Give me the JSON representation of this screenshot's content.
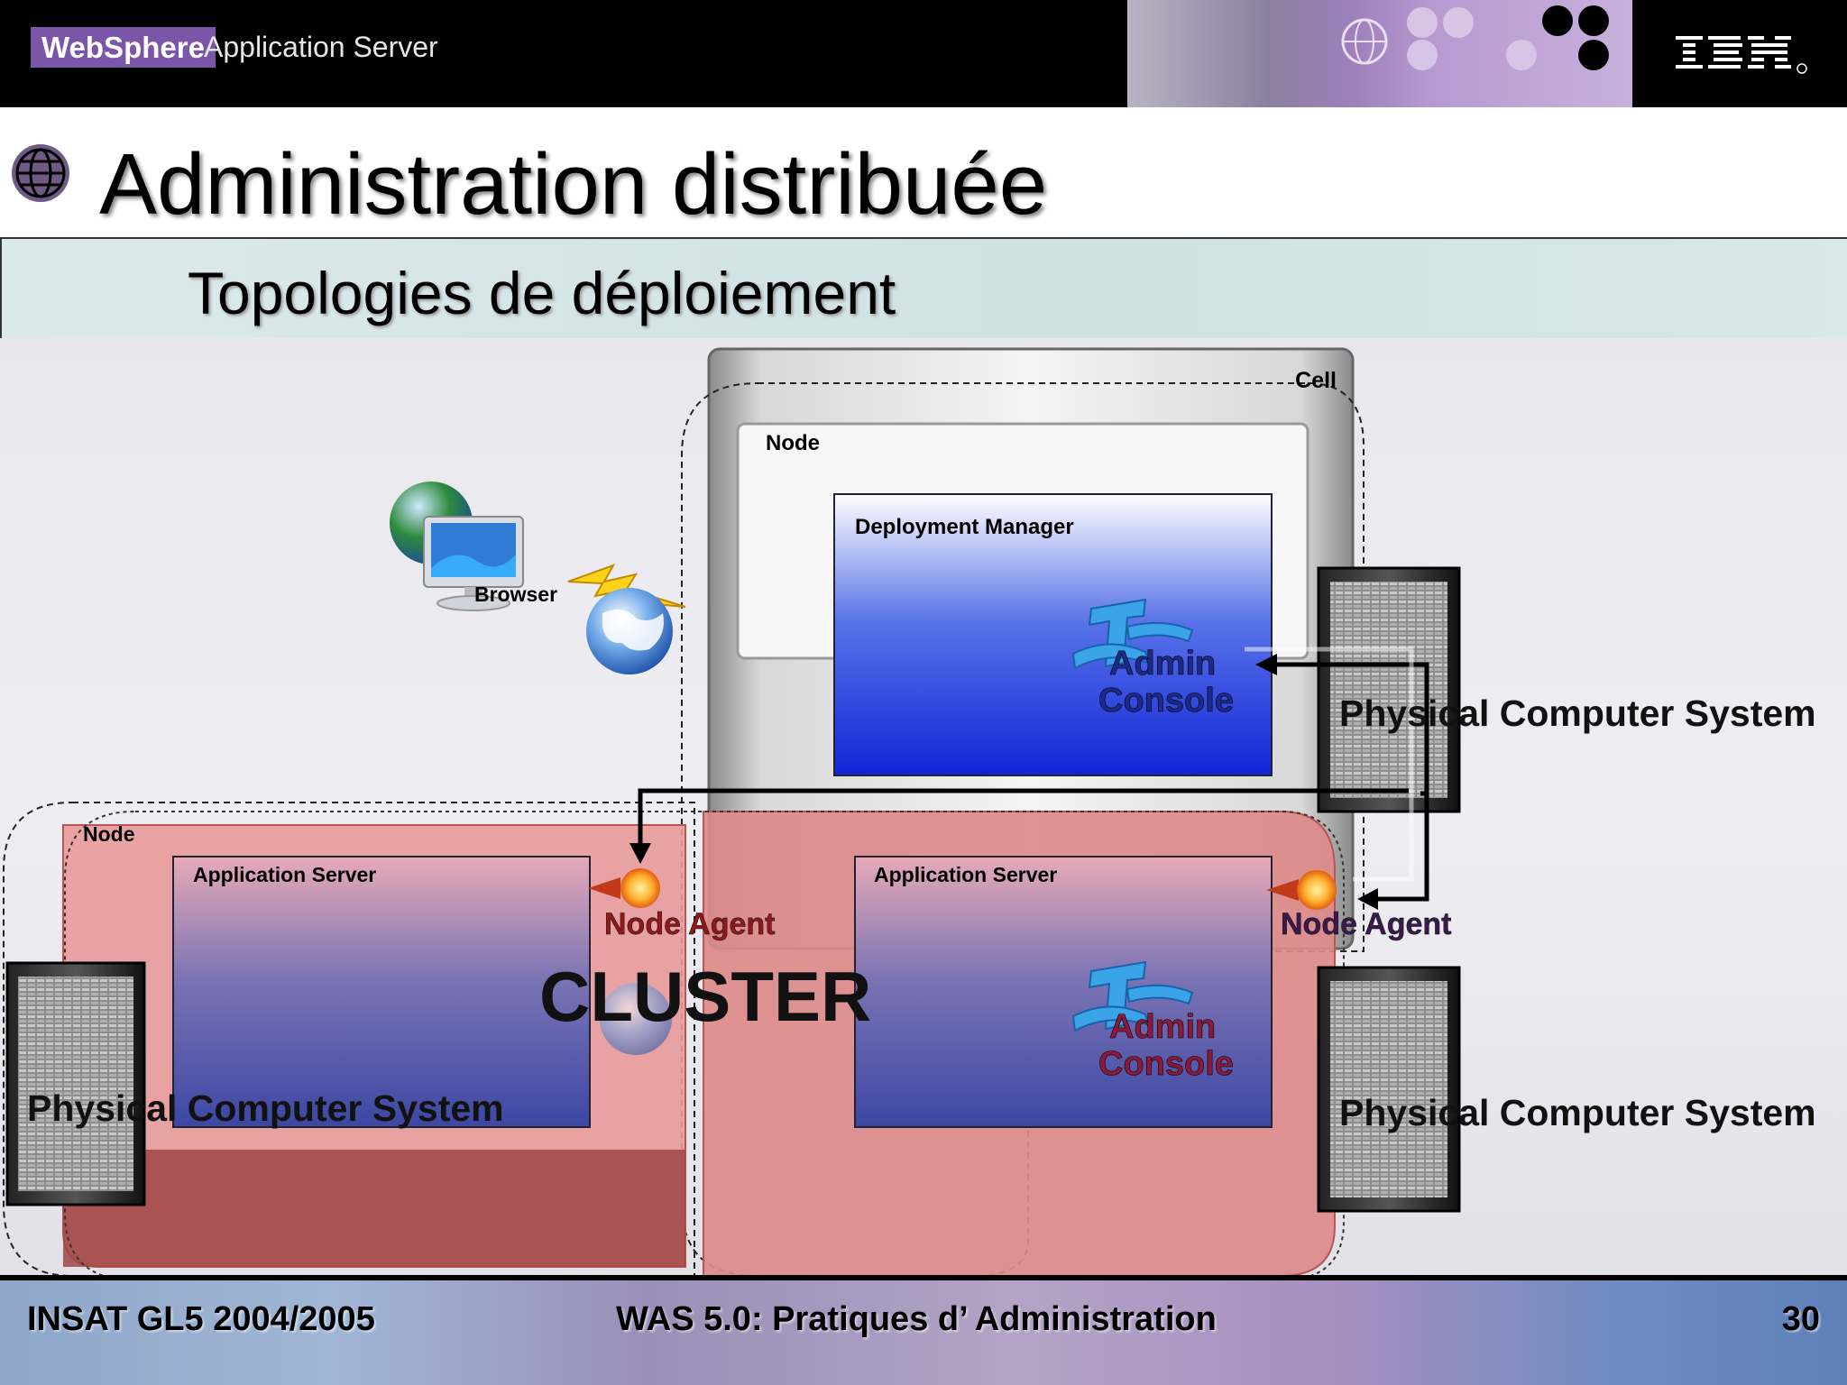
{
  "header": {
    "brand": "WebSphere",
    "product": "Application Server",
    "logo": "IBM"
  },
  "slide": {
    "title": "Administration distribuée",
    "subtitle": "Topologies de déploiement"
  },
  "diagram": {
    "cell_label": "Cell",
    "node_label_top": "Node",
    "node_label_bottom": "Node",
    "deployment_manager": "Deployment Manager",
    "browser": "Browser",
    "admin_console_1": "Admin",
    "admin_console_2": "Console",
    "app_server_left": "Application Server",
    "app_server_right": "Application Server",
    "node_agent_left": "Node Agent",
    "node_agent_right": "Node Agent",
    "cluster": "CLUSTER",
    "pcs_top_right": "Physical Computer System",
    "pcs_bottom_left": "Physical Computer System",
    "pcs_bottom_right": "Physical Computer System"
  },
  "footer": {
    "left": "INSAT GL5 2004/2005",
    "center": "WAS 5.0: Pratiques d’ Administration",
    "page": "30"
  },
  "colors": {
    "brand_purple": "#7b55a8",
    "deployment_blue": "#1730d8",
    "cluster_red": "#d77777",
    "app_server_blue": "#3a46a0"
  }
}
